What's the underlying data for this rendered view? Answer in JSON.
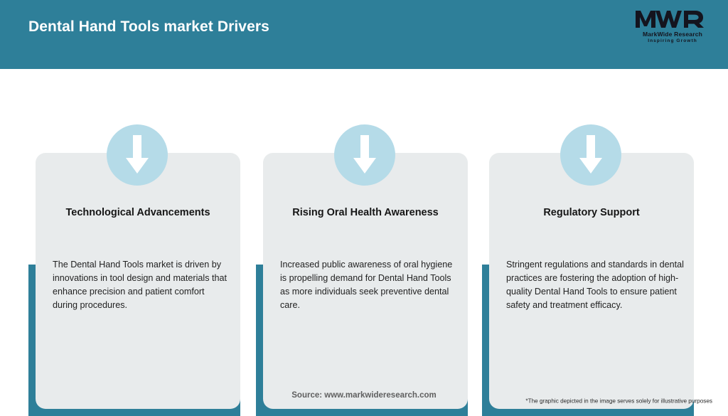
{
  "header": {
    "title": "Dental Hand Tools market Drivers",
    "background_color": "#2e7f99",
    "title_color": "#ffffff"
  },
  "logo": {
    "mark": "MWR",
    "name": "MarkWide Research",
    "tagline": "Inspiring Growth"
  },
  "theme": {
    "accent_teal": "#2e7f99",
    "icon_circle_blue": "#b5dbe8",
    "card_background": "#e8ebec",
    "page_background": "#ffffff",
    "body_text": "#222222"
  },
  "cards": [
    {
      "icon": "arrow-down-icon",
      "title": "Technological Advancements",
      "body": "The Dental Hand Tools market is driven by innovations in tool design and materials that enhance precision and patient comfort during procedures."
    },
    {
      "icon": "arrow-down-icon",
      "title": "Rising Oral Health Awareness",
      "body": "Increased public awareness of oral hygiene is propelling demand for Dental Hand Tools as more individuals seek preventive dental care."
    },
    {
      "icon": "arrow-down-icon",
      "title": "Regulatory Support",
      "body": "Stringent regulations and standards in dental practices are fostering the adoption of high-quality Dental Hand Tools to ensure patient safety and treatment efficacy."
    }
  ],
  "footer": {
    "source": "Source: www.markwideresearch.com",
    "note": "*The graphic depicted in the image serves solely for illustrative purposes"
  }
}
